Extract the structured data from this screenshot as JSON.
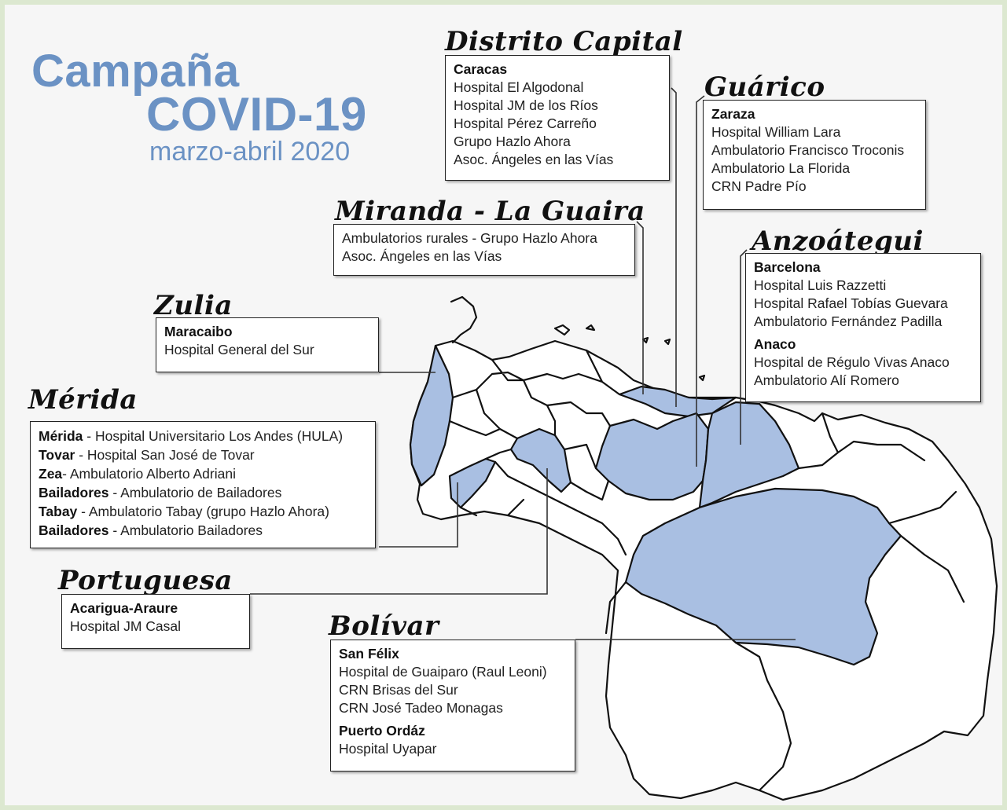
{
  "title": {
    "line1": "Campaña",
    "line2": "COVID-19",
    "subtitle": "marzo-abril 2020"
  },
  "colors": {
    "title": "#6b92c4",
    "highlight_state": "#a9bfe2",
    "other_state": "#ffffff",
    "outline": "#111111",
    "page_background": "#f6f6f6",
    "frame": "#dce8d0"
  },
  "regions": {
    "distrito_capital": {
      "name": "Distrito Capital",
      "city": "Caracas",
      "items": [
        "Hospital El Algodonal",
        "Hospital JM de los Ríos",
        "Hospital Pérez Carreño",
        "Grupo Hazlo Ahora",
        "Asoc. Ángeles en las Vías"
      ]
    },
    "guarico": {
      "name": "Guárico",
      "city": "Zaraza",
      "items": [
        "Hospital William Lara",
        "Ambulatorio Francisco Troconis",
        "Ambulatorio La Florida",
        "CRN Padre Pío"
      ]
    },
    "miranda": {
      "name": "Miranda - La Guaira",
      "items": [
        "Ambulatorios rurales - Grupo Hazlo Ahora",
        "Asoc. Ángeles en las Vías"
      ]
    },
    "anzoategui": {
      "name": "Anzoátegui",
      "city1": "Barcelona",
      "items1": [
        "Hospital Luis Razzetti",
        "Hospital Rafael Tobías Guevara",
        "Ambulatorio Fernández Padilla"
      ],
      "city2": "Anaco",
      "items2": [
        "Hospital de Régulo Vivas Anaco",
        "Ambulatorio Alí Romero"
      ]
    },
    "zulia": {
      "name": "Zulia",
      "city": "Maracaibo",
      "items": [
        "Hospital General del Sur"
      ]
    },
    "merida": {
      "name": "Mérida",
      "rows": [
        {
          "place": "Mérida",
          "text": " - Hospital Universitario Los Andes (HULA)"
        },
        {
          "place": "Tovar",
          "text": " - Hospital San José de Tovar"
        },
        {
          "place": "Zea",
          "text": "- Ambulatorio Alberto Adriani"
        },
        {
          "place": "Bailadores",
          "text": " - Ambulatorio de Bailadores"
        },
        {
          "place": "Tabay",
          "text": " - Ambulatorio Tabay (grupo Hazlo Ahora)"
        },
        {
          "place": "Bailadores",
          "text": " - Ambulatorio Bailadores"
        }
      ]
    },
    "portuguesa": {
      "name": "Portuguesa",
      "city": "Acarigua-Araure",
      "items": [
        "Hospital JM Casal"
      ]
    },
    "bolivar": {
      "name": "Bolívar",
      "city1": "San Félix",
      "items1": [
        "Hospital de Guaiparo (Raul Leoni)",
        "CRN Brisas del Sur",
        "CRN José Tadeo Monagas"
      ],
      "city2": "Puerto Ordáz",
      "items2": [
        "Hospital Uyapar"
      ]
    }
  }
}
